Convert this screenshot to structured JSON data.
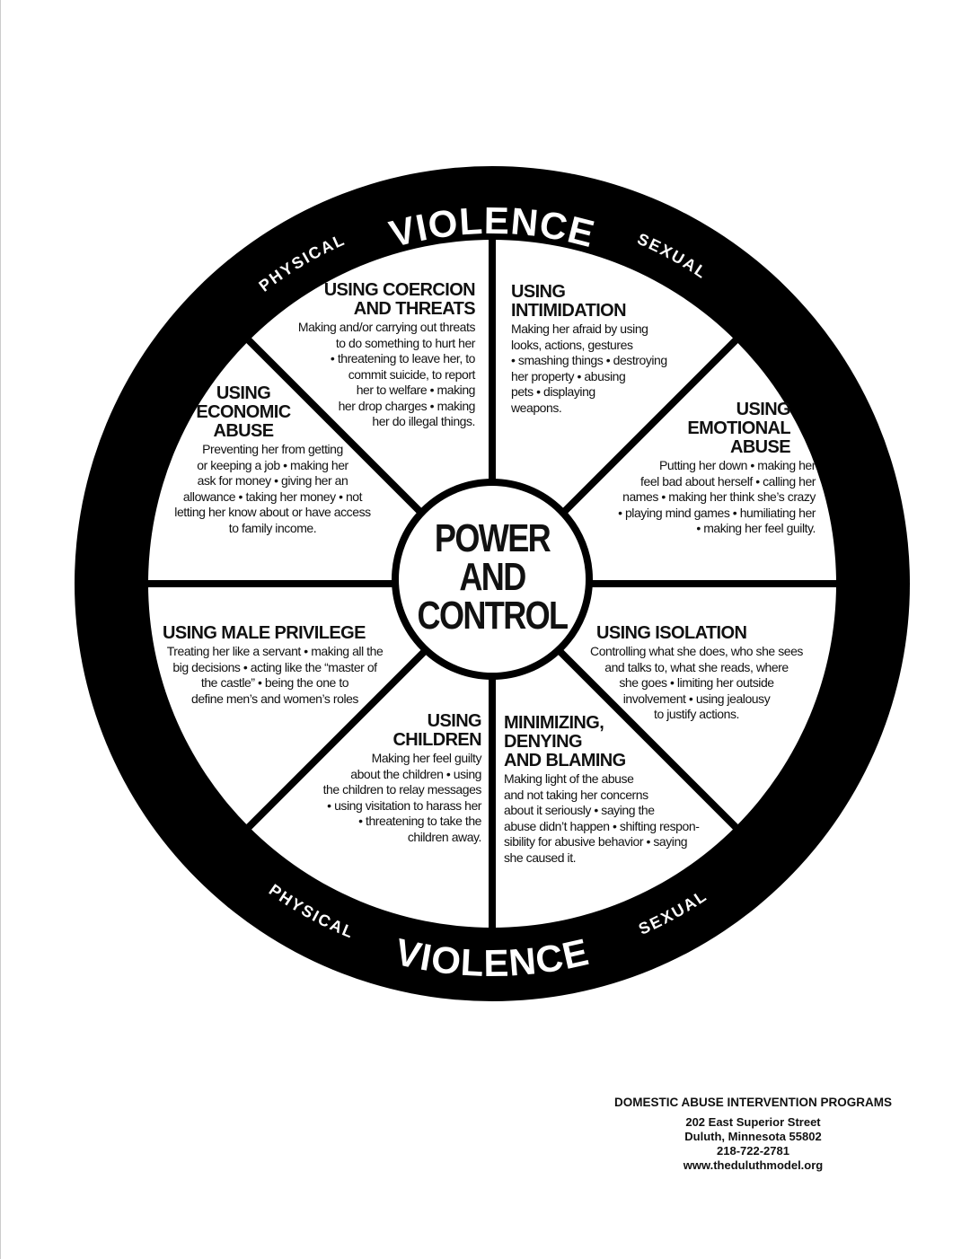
{
  "rim": {
    "top": {
      "left": "PHYSICAL",
      "center": "VIOLENCE",
      "right": "SEXUAL"
    },
    "bottom": {
      "left": "PHYSICAL",
      "center": "VIOLENCE",
      "right": "SEXUAL"
    }
  },
  "hub": "POWER\nAND\nCONTROL",
  "sections": [
    {
      "title": "USING COERCION\nAND THREATS",
      "body": "Making and/or carrying out threats\nto do something to hurt her\n• threatening to leave her, to\ncommit suicide, to report\nher to welfare • making\nher drop charges • making\nher do illegal things."
    },
    {
      "title": "USING\nINTIMIDATION",
      "body": "Making her afraid by using\nlooks, actions, gestures\n• smashing things • destroying\nher property • abusing\npets • displaying\nweapons."
    },
    {
      "title": "USING\nEMOTIONAL\nABUSE",
      "body": "Putting her down • making her\nfeel bad about herself • calling her\nnames • making her think she’s crazy\n• playing mind games • humiliating her\n• making her feel guilty."
    },
    {
      "title": "USING\nECONOMIC\nABUSE",
      "body": "Preventing her from getting\nor keeping a job • making her\nask for money • giving her an\nallowance • taking her money • not\nletting her know about or have access\nto family income."
    },
    {
      "title": "USING MALE PRIVILEGE",
      "body": "Treating her like a servant • making all the\nbig decisions • acting like the “master of\nthe castle”  • being the one to\ndefine men’s and women’s roles"
    },
    {
      "title": "USING ISOLATION",
      "body": "Controlling what she does, who she sees\nand talks to, what she reads, where\nshe goes • limiting her outside\ninvolvement • using jealousy\nto justify actions."
    },
    {
      "title": "USING\nCHILDREN",
      "body": "Making her feel guilty\nabout the children • using\nthe children to relay messages\n• using visitation to harass her\n• threatening to take the\nchildren away."
    },
    {
      "title": "MINIMIZING,\nDENYING\nAND BLAMING",
      "body": "Making light of the abuse\nand not taking her concerns\nabout it seriously • saying the\nabuse didn’t happen • shifting respon-\nsibility for abusive behavior • saying\nshe caused it."
    }
  ],
  "footer": {
    "org": "DOMESTIC ABUSE INTERVENTION PROGRAMS",
    "street": "202 East Superior Street",
    "city": "Duluth, Minnesota 55802",
    "phone": "218-722-2781",
    "website": "www.theduluthmodel.org"
  }
}
